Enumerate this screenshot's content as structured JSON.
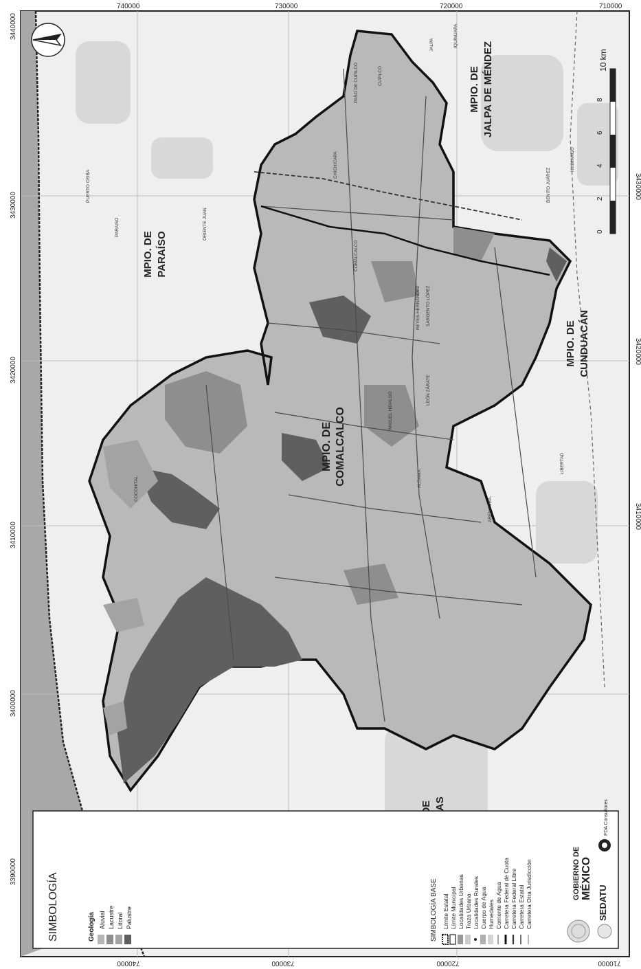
{
  "map": {
    "coords": {
      "top": [
        "740000",
        "730000",
        "720000",
        "710000"
      ],
      "bottom": [
        "740000",
        "730000",
        "720000",
        "710000"
      ],
      "left": [
        "3440000",
        "3430000",
        "3420000",
        "3410000",
        "3400000",
        "3390000"
      ],
      "right": [
        "3430000",
        "3420000",
        "3410000"
      ]
    },
    "municipalities": {
      "main": [
        "MPIO. DE",
        "COMALCALCO"
      ],
      "paraiso": [
        "MPIO. DE",
        "PARAÍSO"
      ],
      "jalpa": [
        "MPIO. DE",
        "JALPA DE MÉNDEZ"
      ],
      "cunduacan": [
        "MPIO. DE",
        "CUNDUACÁN"
      ],
      "cardenas": [
        "DE",
        "NAS"
      ]
    },
    "places": {
      "puerto_ceiba": "PUERTO CEIBA",
      "paraiso_town": "PARAISO",
      "oriente": "ORIENTE JUAN",
      "comalcalco": "COMALCALCO",
      "chichicapa": "CHICHICAPA",
      "cupilco": "CUPILCO",
      "paso_de_cupilco": "PASO DE CUPILCO",
      "jalpa_town": "JALPA",
      "iquinuapa": "IQUINUAPA",
      "humanguillo": "HUIMANGO",
      "miguel_hidalgo": "MIGUEL HIDALGO",
      "leon_zarate": "LEÓN ZÁRATE",
      "aldama": "ALDAMA",
      "cocohital": "COCOHITAL",
      "libertad": "LIBERTAD",
      "arena": "ARENA 1RA.",
      "benito": "BENITO JUÁREZ",
      "sargento": "SARGENTO LÓPEZ",
      "reyes": "REYES HERNÁNDEZ"
    },
    "scale": {
      "ticks": [
        "0",
        "2",
        "4",
        "6",
        "8",
        "10 km"
      ]
    }
  },
  "legend": {
    "title": "SIMBOLOGÍA",
    "geology_heading": "Geología",
    "geology_items": [
      {
        "label": "Aluvial",
        "color": "#b5b5b5"
      },
      {
        "label": "Lacustre",
        "color": "#8e8e8e"
      },
      {
        "label": "Litoral",
        "color": "#a3a3a3"
      },
      {
        "label": "Palustre",
        "color": "#5f5f5f"
      }
    ],
    "base_heading": "SIMBOLOGÍA BASE",
    "base_items": [
      "Límite Estatal",
      "Límite Municipal",
      "Localidades Urbanas",
      "Traza Urbana",
      "Localidades Rurales",
      "Cuerpo de Agua",
      "Humedales",
      "Corriente de Agua",
      "Carretera Federal de Cuota",
      "Carretera Federal Libre",
      "Carretera Estatal",
      "Carretera Otra Jurisdicción"
    ],
    "logos": {
      "gobierno": "GOBIERNO DE",
      "mexico": "MÉXICO",
      "sedatu": "SEDATU",
      "consultant": "FDA Consultores"
    }
  }
}
